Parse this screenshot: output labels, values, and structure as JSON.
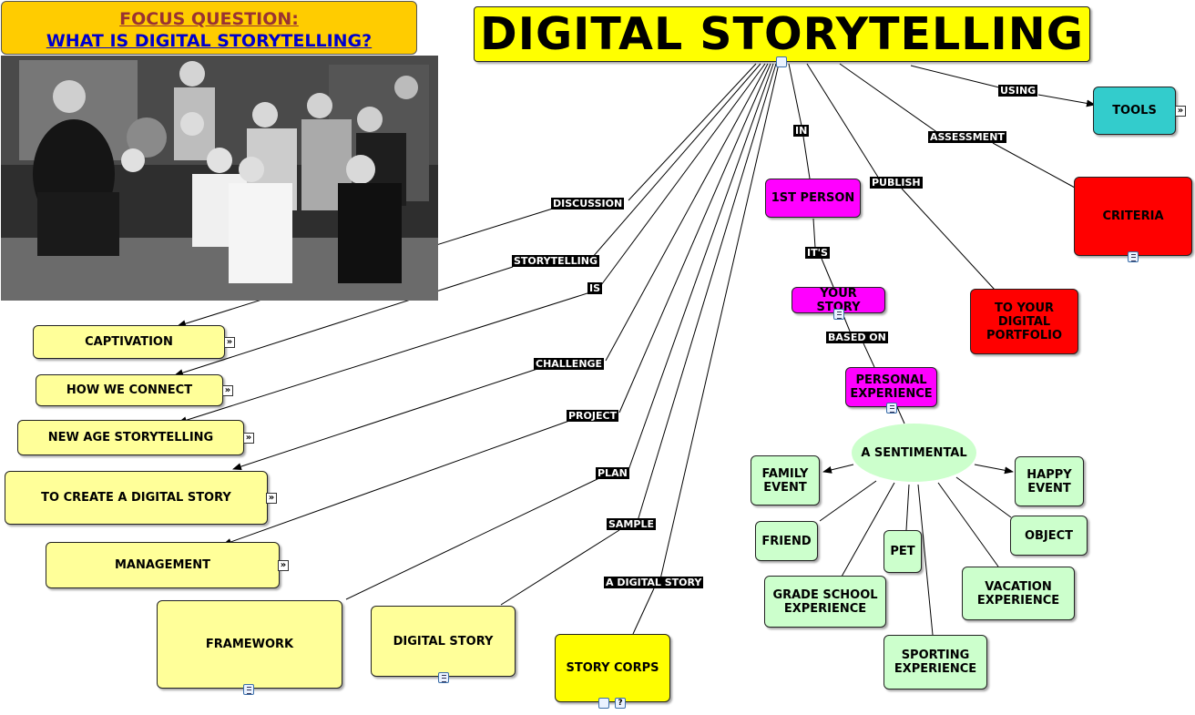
{
  "focus": {
    "line1": "FOCUS QUESTION:",
    "line2": "WHAT IS DIGITAL STORYTELLING?"
  },
  "title": "DIGITAL STORYTELLING",
  "nodes": {
    "captivation": "CAPTIVATION",
    "how_we_connect": "HOW WE CONNECT",
    "new_age": "NEW AGE STORYTELLING",
    "to_create": "TO CREATE A DIGITAL STORY",
    "management": "MANAGEMENT",
    "framework": "FRAMEWORK",
    "digital_story": "DIGITAL STORY",
    "story_corps": "STORY CORPS",
    "tools": "TOOLS",
    "criteria": "CRITERIA",
    "first_person": "1ST PERSON",
    "your_story": "YOUR STORY",
    "to_portfolio": "TO YOUR DIGITAL PORTFOLIO",
    "personal_experience": "PERSONAL EXPERIENCE",
    "sentimental": "A SENTIMENTAL",
    "family_event": "FAMILY EVENT",
    "friend": "FRIEND",
    "grade_school": "GRADE SCHOOL EXPERIENCE",
    "pet": "PET",
    "sporting": "SPORTING EXPERIENCE",
    "vacation": "VACATION EXPERIENCE",
    "object": "OBJECT",
    "happy_event": "HAPPY EVENT"
  },
  "links": {
    "discussion": "DISCUSSION",
    "storytelling": "STORYTELLING",
    "is": "IS",
    "challenge": "CHALLENGE",
    "project": "PROJECT",
    "plan": "PLAN",
    "sample": "SAMPLE",
    "a_digital_story": "A DIGITAL STORY",
    "in": "IN",
    "publish": "PUBLISH",
    "assessment": "ASSESSMENT",
    "using": "USING",
    "its": "IT'S",
    "based_on": "BASED ON"
  },
  "colors": {
    "pale_yellow": "#ffff99",
    "yellow": "#ffff00",
    "magenta": "#ff00ff",
    "red": "#ff0000",
    "teal": "#33cccc",
    "light_green": "#ccffcc",
    "focus_box": "#ffcc00"
  },
  "icons": [
    "concept-map-icon",
    "document-icon",
    "expand-arrow-icon",
    "audio-icon",
    "help-icon"
  ]
}
